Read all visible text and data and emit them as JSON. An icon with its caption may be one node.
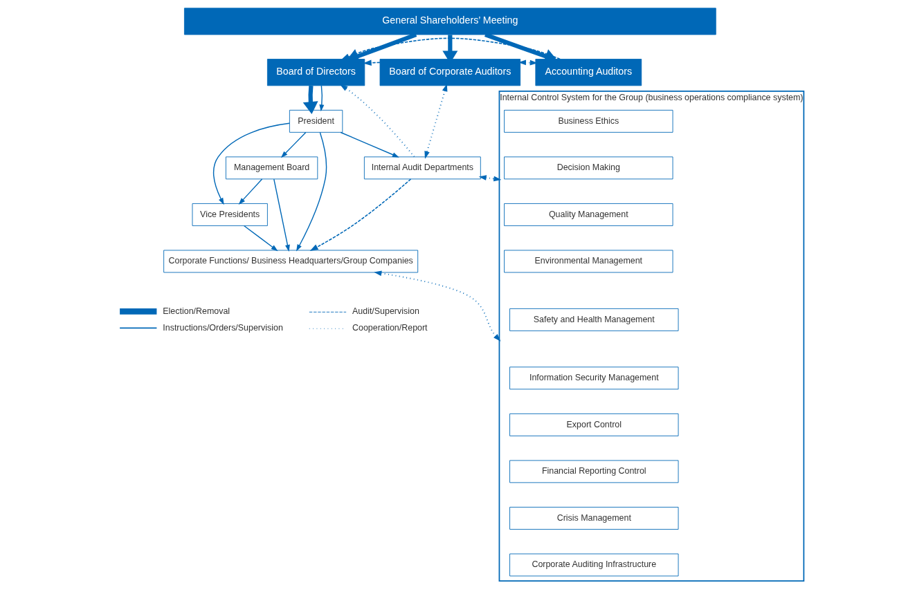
{
  "diagram": {
    "nodes": [
      {
        "text": [
          "General Shareholders’ Meeting"
        ]
      },
      {
        "text": [
          "Board of Directors"
        ]
      },
      {
        "text": [
          "Board of Corporate Auditors"
        ]
      },
      {
        "text": [
          "Accounting Auditors"
        ]
      },
      {
        "text": [
          "President"
        ]
      },
      {
        "text": [
          "Management Board"
        ]
      },
      {
        "text": [
          "Vice Presidents"
        ]
      },
      {
        "text": [
          "Corporate Functions/ Business Headquarters/Group Companies"
        ]
      },
      {
        "text": [
          "Internal Audit Departments"
        ]
      },
      {
        "text": [
          "Internal Control System for the Group (business operations compliance system)"
        ]
      },
      {
        "text": [
          "Business Ethics"
        ],
        "in": 9
      },
      {
        "text": [
          "Decision Making"
        ],
        "in": 9
      },
      {
        "text": [
          "Quality Management"
        ],
        "in": 9
      },
      {
        "text": [
          "Environmental Management"
        ],
        "in": 9
      },
      {
        "text": [
          "Safety and Health Management"
        ],
        "in": 9
      },
      {
        "text": [
          "Information Security Management"
        ],
        "in": 9
      },
      {
        "text": [
          "Export Control"
        ],
        "in": 9
      },
      {
        "text": [
          "Financial Reporting Control"
        ],
        "in": 9
      },
      {
        "text": [
          "Crisis Management"
        ],
        "in": 9
      },
      {
        "text": [
          "Corporate Auditing Infrastructure"
        ],
        "in": 9
      }
    ],
    "edges": [
      {
        "from": 0,
        "to": 1,
        "arrow": "to",
        "style": "thick"
      },
      {
        "from": 0,
        "to": 2,
        "arrow": "to",
        "style": "thick"
      },
      {
        "from": 0,
        "to": 3,
        "arrow": "to",
        "style": "thick"
      },
      {
        "from": 2,
        "to": 1,
        "arrow": "to",
        "style": "dashed"
      },
      {
        "from": 2,
        "to": 3,
        "arrow": "both",
        "style": "dashed"
      },
      {
        "from": 3,
        "to": 1,
        "arrow": "to",
        "style": "dashed"
      },
      {
        "from": 8,
        "to": 1,
        "arrow": "to",
        "style": "dashed"
      },
      {
        "from": 2,
        "to": 8,
        "arrow": "both",
        "style": "dashed"
      },
      {
        "from": 1,
        "to": 4,
        "arrow": "to",
        "style": "thick"
      },
      {
        "from": 1,
        "to": 4,
        "arrow": "to"
      },
      {
        "from": 4,
        "to": 8,
        "arrow": "to"
      },
      {
        "from": 4,
        "to": 7,
        "arrow": "to"
      },
      {
        "from": 4,
        "to": 6,
        "arrow": "to"
      },
      {
        "from": 4,
        "to": 5,
        "arrow": "to"
      },
      {
        "from": 5,
        "to": 6,
        "arrow": "to"
      },
      {
        "from": 5,
        "to": 7,
        "arrow": "to"
      },
      {
        "from": 6,
        "to": 7,
        "arrow": "to"
      },
      {
        "from": 8,
        "to": 7,
        "arrow": "to",
        "style": "dashed"
      },
      {
        "from": 8,
        "to": 9,
        "arrow": "both",
        "style": "dashed"
      },
      {
        "from": 7,
        "to": 9,
        "arrow": "both",
        "style": "dashed"
      }
    ],
    "legend": [
      {
        "text": "Election/Removal"
      },
      {
        "text": "Audit/Supervision"
      },
      {
        "text": "Instructions/Orders/Supervision"
      },
      {
        "text": "Cooperation/Report"
      }
    ]
  }
}
